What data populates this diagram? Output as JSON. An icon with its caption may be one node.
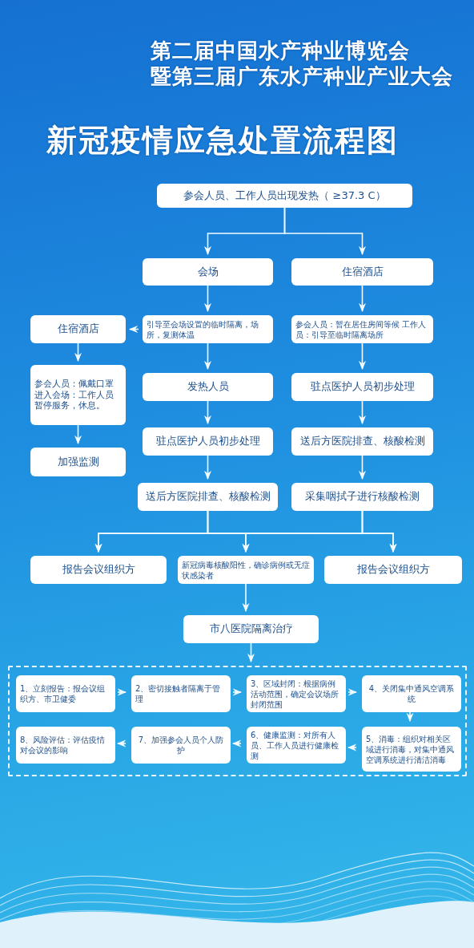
{
  "diagram": {
    "title": "新冠疫情应急处置流程图",
    "nodes": [
      {
        "text": [
          "参会人员、工作人员出现发热（ ≥37.3 C）"
        ]
      },
      {
        "text": [
          "会场"
        ]
      },
      {
        "text": [
          "住宿酒店"
        ]
      },
      {
        "text": [
          "引导至会场设置的临时隔离，场所，复测体温"
        ]
      },
      {
        "text": [
          "参会人员：暂在居住房间等候 工作人员：引导至临时隔离场所"
        ]
      },
      {
        "text": [
          "住宿酒店"
        ]
      },
      {
        "text": [
          "参会人员：佩戴口罩进入会场：工作人员暂停服务，休息。"
        ]
      },
      {
        "text": [
          "加强监测"
        ]
      },
      {
        "text": [
          "发热人员"
        ]
      },
      {
        "text": [
          "驻点医护人员初步处理"
        ]
      },
      {
        "text": [
          "驻点医护人员初步处理"
        ]
      },
      {
        "text": [
          "送后方医院排查、核酸检测"
        ]
      },
      {
        "text": [
          "送后方医院排查、核酸检测"
        ]
      },
      {
        "text": [
          "采集咽拭子进行核酸检测"
        ]
      },
      {
        "text": [
          "报告会议组织方"
        ]
      },
      {
        "text": [
          "新冠病毒核酸阳性，确诊病例或无症状感染者"
        ]
      },
      {
        "text": [
          "报告会议组织方"
        ]
      },
      {
        "text": [
          "市八医院隔离治疗"
        ]
      },
      {
        "text": [],
        "shape": "box"
      },
      {
        "text": [
          "1、立刻报告：报会议组织方、市卫健委"
        ],
        "in": 18
      },
      {
        "text": [
          "2、密切接触者隔离于管理"
        ],
        "in": 18
      },
      {
        "text": [
          "3、区域封闭：根据病例活动范围，确定会议场所封闭范围"
        ],
        "in": 18
      },
      {
        "text": [
          "4、关闭集中通风空调系统"
        ],
        "in": 18
      },
      {
        "text": [
          "5、消毒：组织对相关区域进行消毒，对集中通风空调系统进行清洁消毒"
        ],
        "in": 18
      },
      {
        "text": [
          "6、健康监测：对所有人员、工作人员进行健康检测"
        ],
        "in": 18
      },
      {
        "text": [
          "7、加强参会人员个人防护"
        ],
        "in": 18
      },
      {
        "text": [
          "8、风险评估：评估疫情对会议的影响"
        ],
        "in": 18
      }
    ],
    "edges": [
      {
        "from": 0,
        "to": 1,
        "arrow": "to"
      },
      {
        "from": 0,
        "to": 2,
        "arrow": "to"
      },
      {
        "from": 1,
        "to": 3,
        "arrow": "to"
      },
      {
        "from": 2,
        "to": 4,
        "arrow": "to"
      },
      {
        "from": 3,
        "to": 5,
        "arrow": "to"
      },
      {
        "from": 5,
        "to": 6,
        "arrow": "to"
      },
      {
        "from": 6,
        "to": 7,
        "arrow": "to"
      },
      {
        "from": 3,
        "to": 8,
        "arrow": "to"
      },
      {
        "from": 4,
        "to": 9,
        "arrow": "to"
      },
      {
        "from": 8,
        "to": 10,
        "arrow": "to"
      },
      {
        "from": 9,
        "to": 11,
        "arrow": "to"
      },
      {
        "from": 10,
        "to": 12,
        "arrow": "to"
      },
      {
        "from": 11,
        "to": 13,
        "arrow": "to"
      },
      {
        "from": 12,
        "to": 14,
        "arrow": "to"
      },
      {
        "from": 12,
        "to": 15,
        "arrow": "to"
      },
      {
        "from": 12,
        "to": 16,
        "arrow": "to"
      },
      {
        "from": 13,
        "to": 14,
        "arrow": "to"
      },
      {
        "from": 13,
        "to": 15,
        "arrow": "to"
      },
      {
        "from": 13,
        "to": 16,
        "arrow": "to"
      },
      {
        "from": 15,
        "to": 17,
        "arrow": "to"
      },
      {
        "from": 17,
        "to": 18,
        "arrow": "to"
      },
      {
        "from": 19,
        "to": 20,
        "arrow": "to"
      },
      {
        "from": 20,
        "to": 21,
        "arrow": "to"
      },
      {
        "from": 21,
        "to": 22,
        "arrow": "to"
      },
      {
        "from": 22,
        "to": 23,
        "arrow": "to"
      },
      {
        "from": 23,
        "to": 24,
        "arrow": "to"
      },
      {
        "from": 24,
        "to": 25,
        "arrow": "to"
      },
      {
        "from": 25,
        "to": 26,
        "arrow": "to"
      }
    ],
    "labels": [
      "第二届中国水产种业博览会",
      "暨第三届广东水产种业产业大会"
    ]
  }
}
